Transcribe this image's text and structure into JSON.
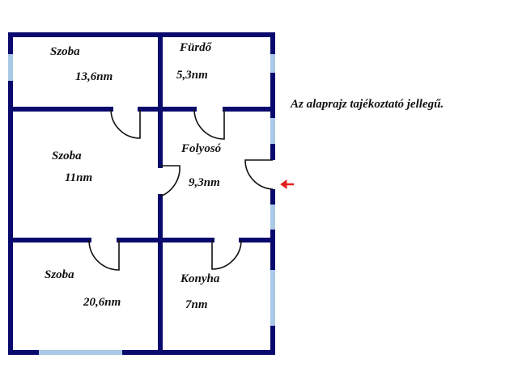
{
  "note": "Az alaprajz tajékoztató jellegű.",
  "colors": {
    "wall": "#0a0a6e",
    "window": "#a9c9e6",
    "door": "#111111",
    "entrance_arrow": "#e02020",
    "background": "#ffffff"
  },
  "rooms": [
    {
      "id": "szoba-1",
      "name": "Szoba",
      "area": "13,6nm"
    },
    {
      "id": "furdo",
      "name": "Fürdő",
      "area": "5,3nm"
    },
    {
      "id": "szoba-2",
      "name": "Szoba",
      "area": "11nm"
    },
    {
      "id": "folyoso",
      "name": "Folyosó",
      "area": "9,3nm"
    },
    {
      "id": "szoba-3",
      "name": "Szoba",
      "area": "20,6nm"
    },
    {
      "id": "konyha",
      "name": "Konyha",
      "area": "7nm"
    }
  ],
  "entrance_arrow_icon": "arrow-left-icon"
}
